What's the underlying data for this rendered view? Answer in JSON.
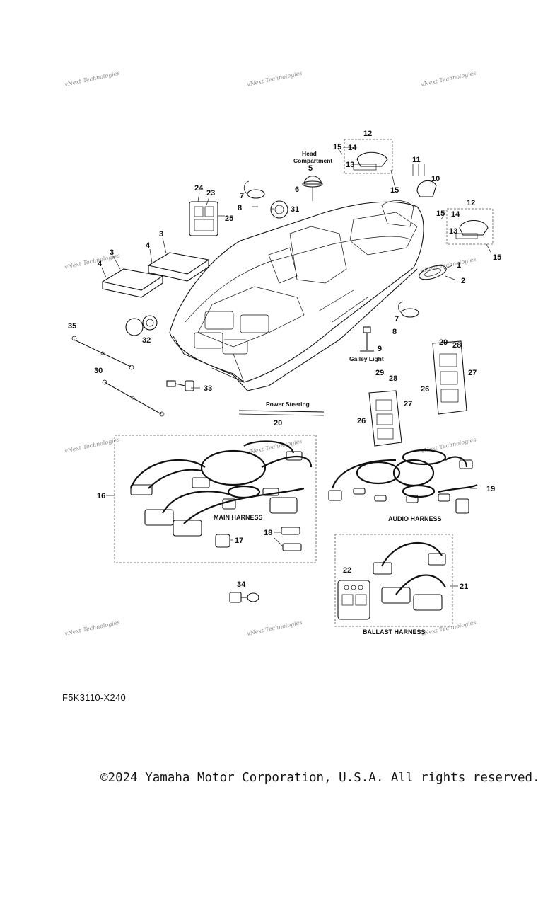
{
  "diagram": {
    "part_code": "F5K3110-X240",
    "copyright": "©2024 Yamaha Motor Corporation, U.S.A. All rights reserved.",
    "watermark": "vNext Technologies",
    "captions": {
      "head_compartment": [
        "Head",
        "Compartment"
      ],
      "galley_light": "Galley Light",
      "power_steering": "Power Steering"
    },
    "harness_labels": {
      "main": "MAIN HARNESS",
      "audio": "AUDIO HARNESS",
      "ballast": "BALLAST HARNESS"
    },
    "callouts": {
      "c1": "1",
      "c2": "2",
      "c3a": "3",
      "c3b": "3",
      "c4a": "4",
      "c4b": "4",
      "c5": "5",
      "c6": "6",
      "c7a": "7",
      "c7b": "7",
      "c8a": "8",
      "c8b": "8",
      "c9": "9",
      "c10": "10",
      "c11": "11",
      "c12a": "12",
      "c12b": "12",
      "c13a": "13",
      "c13b": "13",
      "c14a": "14",
      "c14b": "14",
      "c15a": "15",
      "c15b": "15",
      "c15c": "15",
      "c15d": "15",
      "c16": "16",
      "c17": "17",
      "c18": "18",
      "c19": "19",
      "c20": "20",
      "c21": "21",
      "c22": "22",
      "c23": "23",
      "c24": "24",
      "c25": "25",
      "c26a": "26",
      "c26b": "26",
      "c27a": "27",
      "c27b": "27",
      "c28a": "28",
      "c28b": "28",
      "c29a": "29",
      "c29b": "29",
      "c30": "30",
      "c31": "31",
      "c32": "32",
      "c33": "33",
      "c34": "34",
      "c35": "35"
    }
  }
}
